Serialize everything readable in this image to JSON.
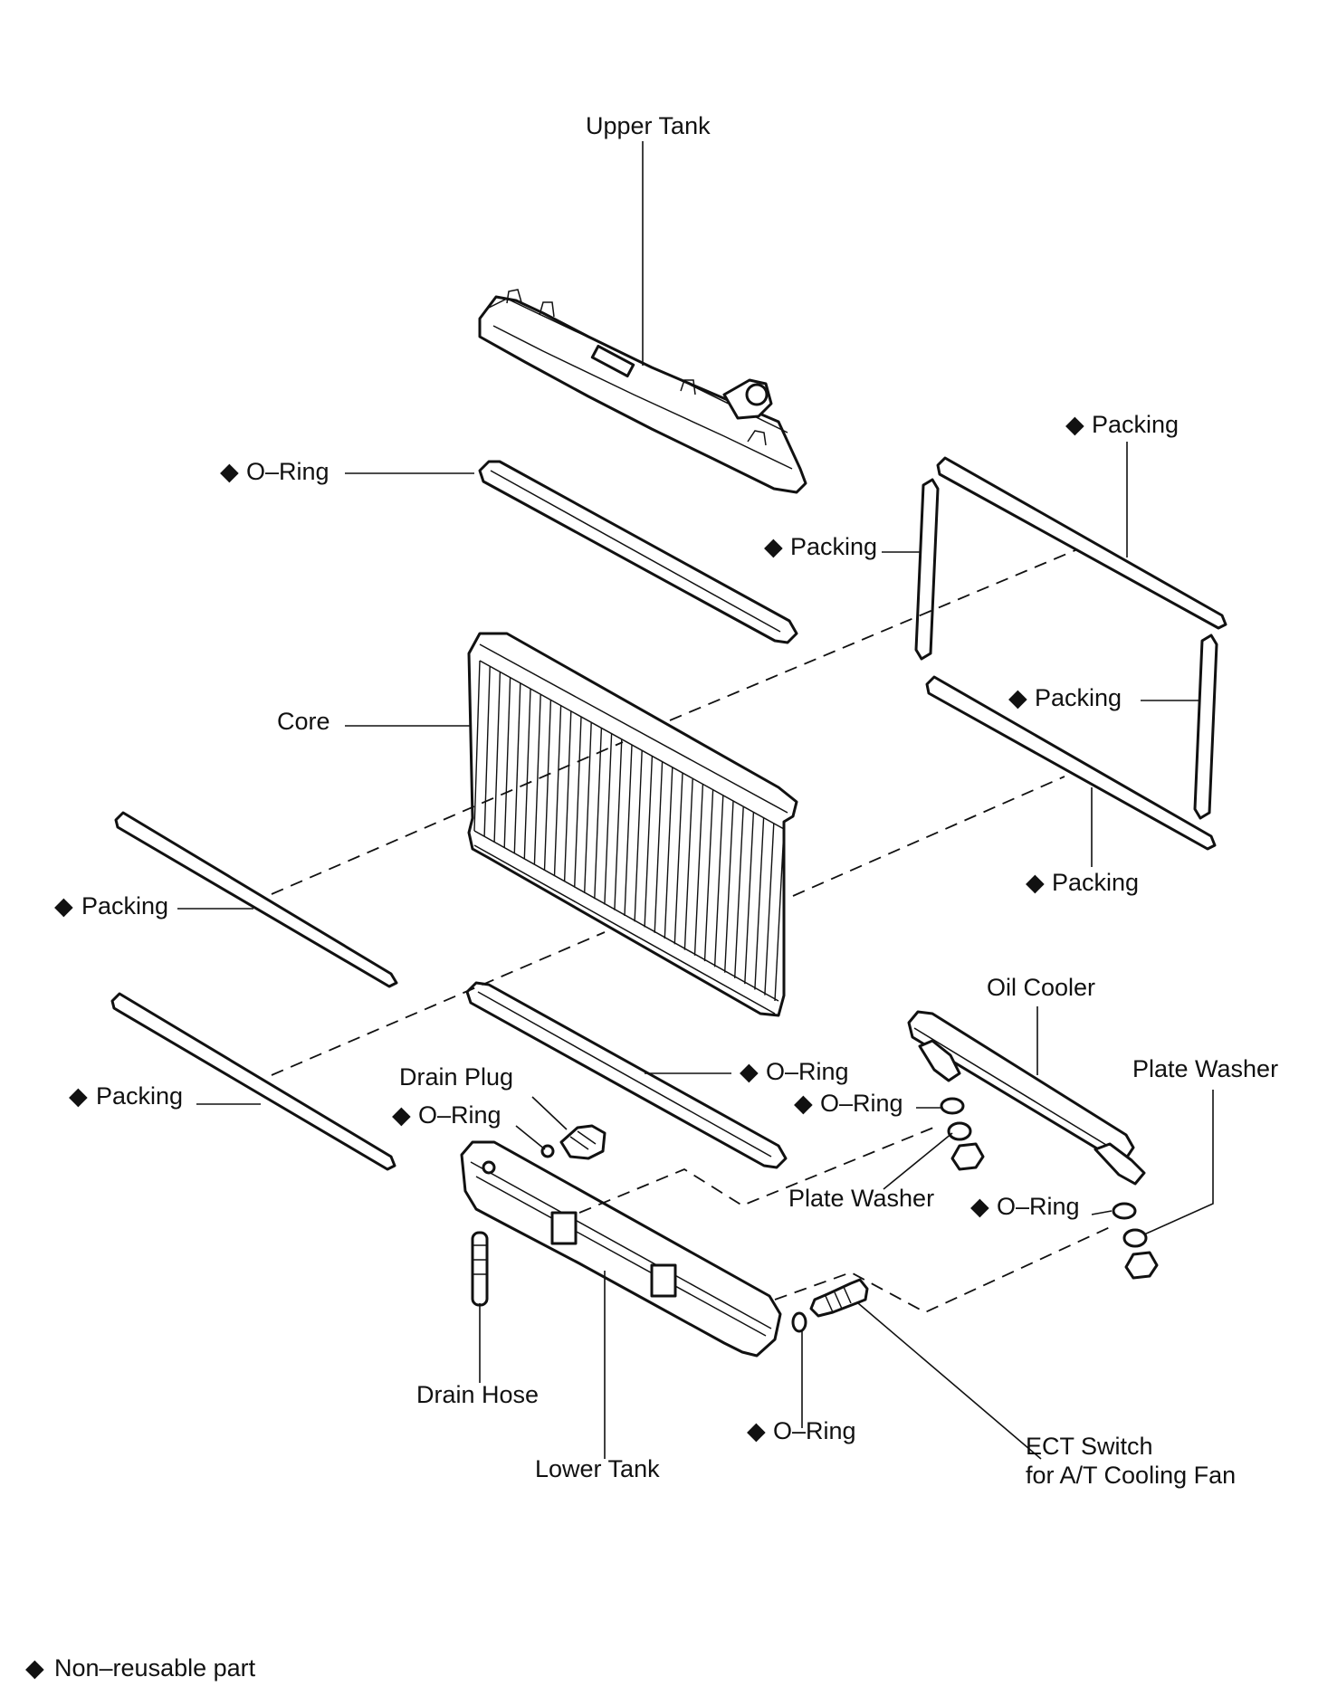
{
  "labels": {
    "upper_tank": "Upper Tank",
    "o_ring": "O–Ring",
    "packing": "Packing",
    "core": "Core",
    "oil_cooler": "Oil Cooler",
    "plate_washer": "Plate Washer",
    "drain_plug": "Drain Plug",
    "drain_hose": "Drain Hose",
    "lower_tank": "Lower Tank",
    "ect_switch_line1": "ECT Switch",
    "ect_switch_line2": "for A/T Cooling Fan"
  },
  "marker": "◆",
  "legend": {
    "symbol": "◆",
    "text": "Non–reusable part"
  }
}
